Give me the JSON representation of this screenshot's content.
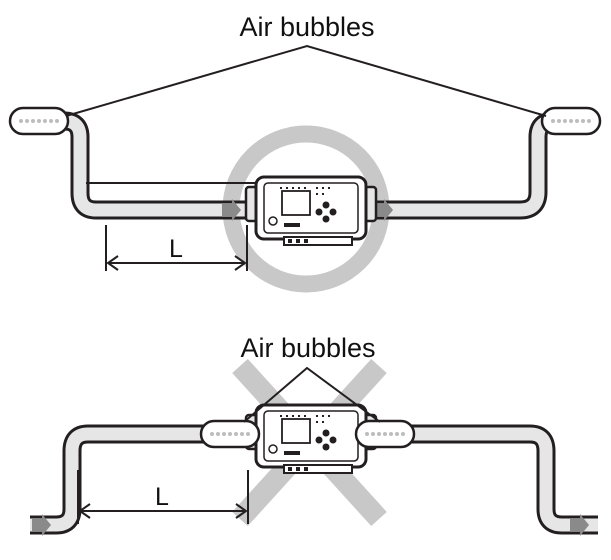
{
  "colors": {
    "pipe_fill": "#e6e6e6",
    "outline": "#231f20",
    "ok_mark": "#c8c8c8",
    "ng_mark": "#c8c8c8",
    "arrow": "#8a8a8a",
    "bubble_dots": "#bdbdbd"
  },
  "correct_example": {
    "callout_label": "Air bubbles",
    "dimension_label": "L",
    "mark_icon": "circle-ok-icon"
  },
  "incorrect_example": {
    "callout_label": "Air bubbles",
    "dimension_label": "L",
    "mark_icon": "cross-ng-icon"
  }
}
